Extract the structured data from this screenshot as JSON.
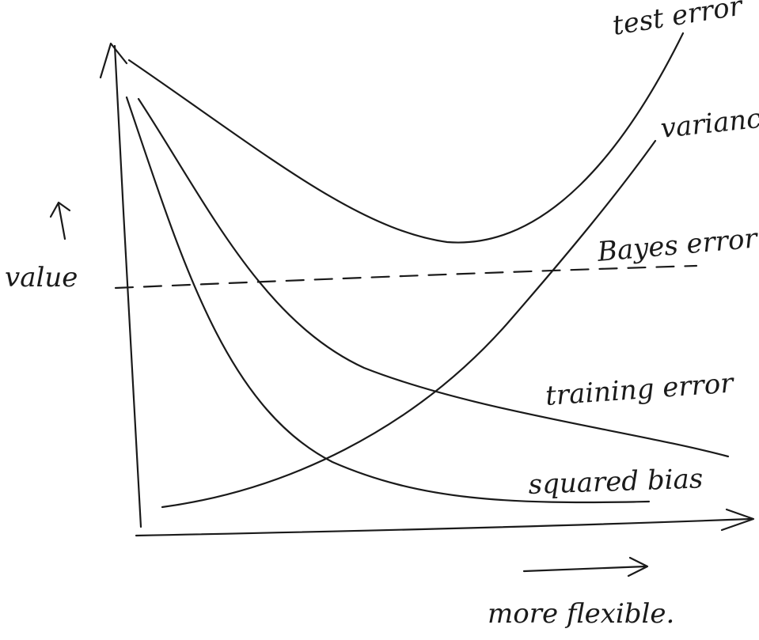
{
  "labels": {
    "y_axis": "value",
    "x_axis": "more flexible.",
    "test_error": "test error",
    "variance": "variance",
    "bayes_error": "Bayes error",
    "training_error": "training error",
    "squared_bias": "squared bias"
  },
  "style": {
    "ink_color": "#1a1a1a",
    "background": "#ffffff"
  }
}
